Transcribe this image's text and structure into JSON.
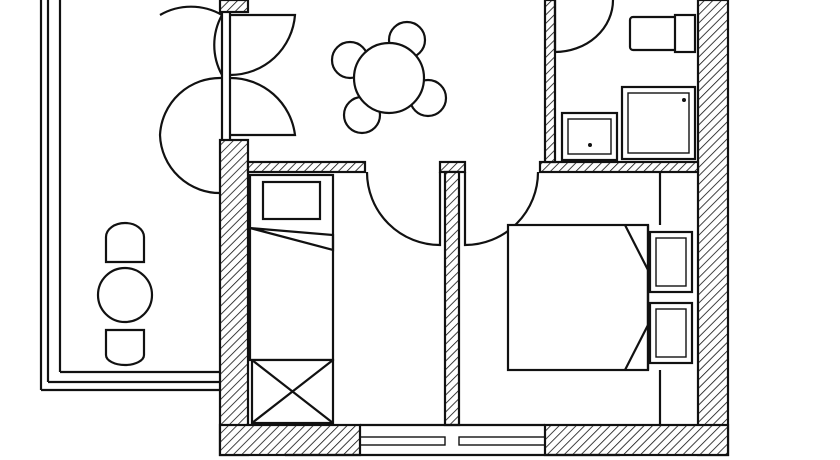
{
  "plan": {
    "rooms": [
      "balcony",
      "living-dining",
      "bathroom",
      "bedroom-single",
      "bedroom-double"
    ],
    "colors": {
      "ink": "#111111",
      "background": "#ffffff"
    }
  }
}
